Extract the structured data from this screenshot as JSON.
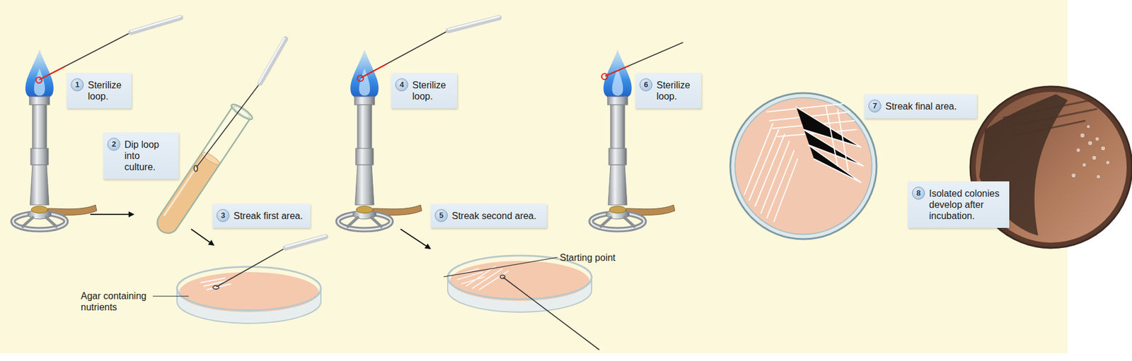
{
  "diagram": {
    "nodes": [
      {
        "text": [
          "1",
          "Sterilize loop."
        ]
      },
      {
        "text": [
          "2",
          "Dip loop into culture."
        ]
      },
      {
        "text": [
          "3",
          "Streak first area."
        ]
      },
      {
        "text": [
          "4",
          "Sterilize loop."
        ]
      },
      {
        "text": [
          "5",
          "Streak second area."
        ]
      },
      {
        "text": [
          "6",
          "Sterilize loop."
        ]
      },
      {
        "text": [
          "7",
          "Streak final area."
        ]
      },
      {
        "text": [
          "8",
          "Isolated colonies develop after incubation."
        ]
      }
    ],
    "labels": [
      "Agar containing nutrients",
      "Starting point"
    ]
  }
}
